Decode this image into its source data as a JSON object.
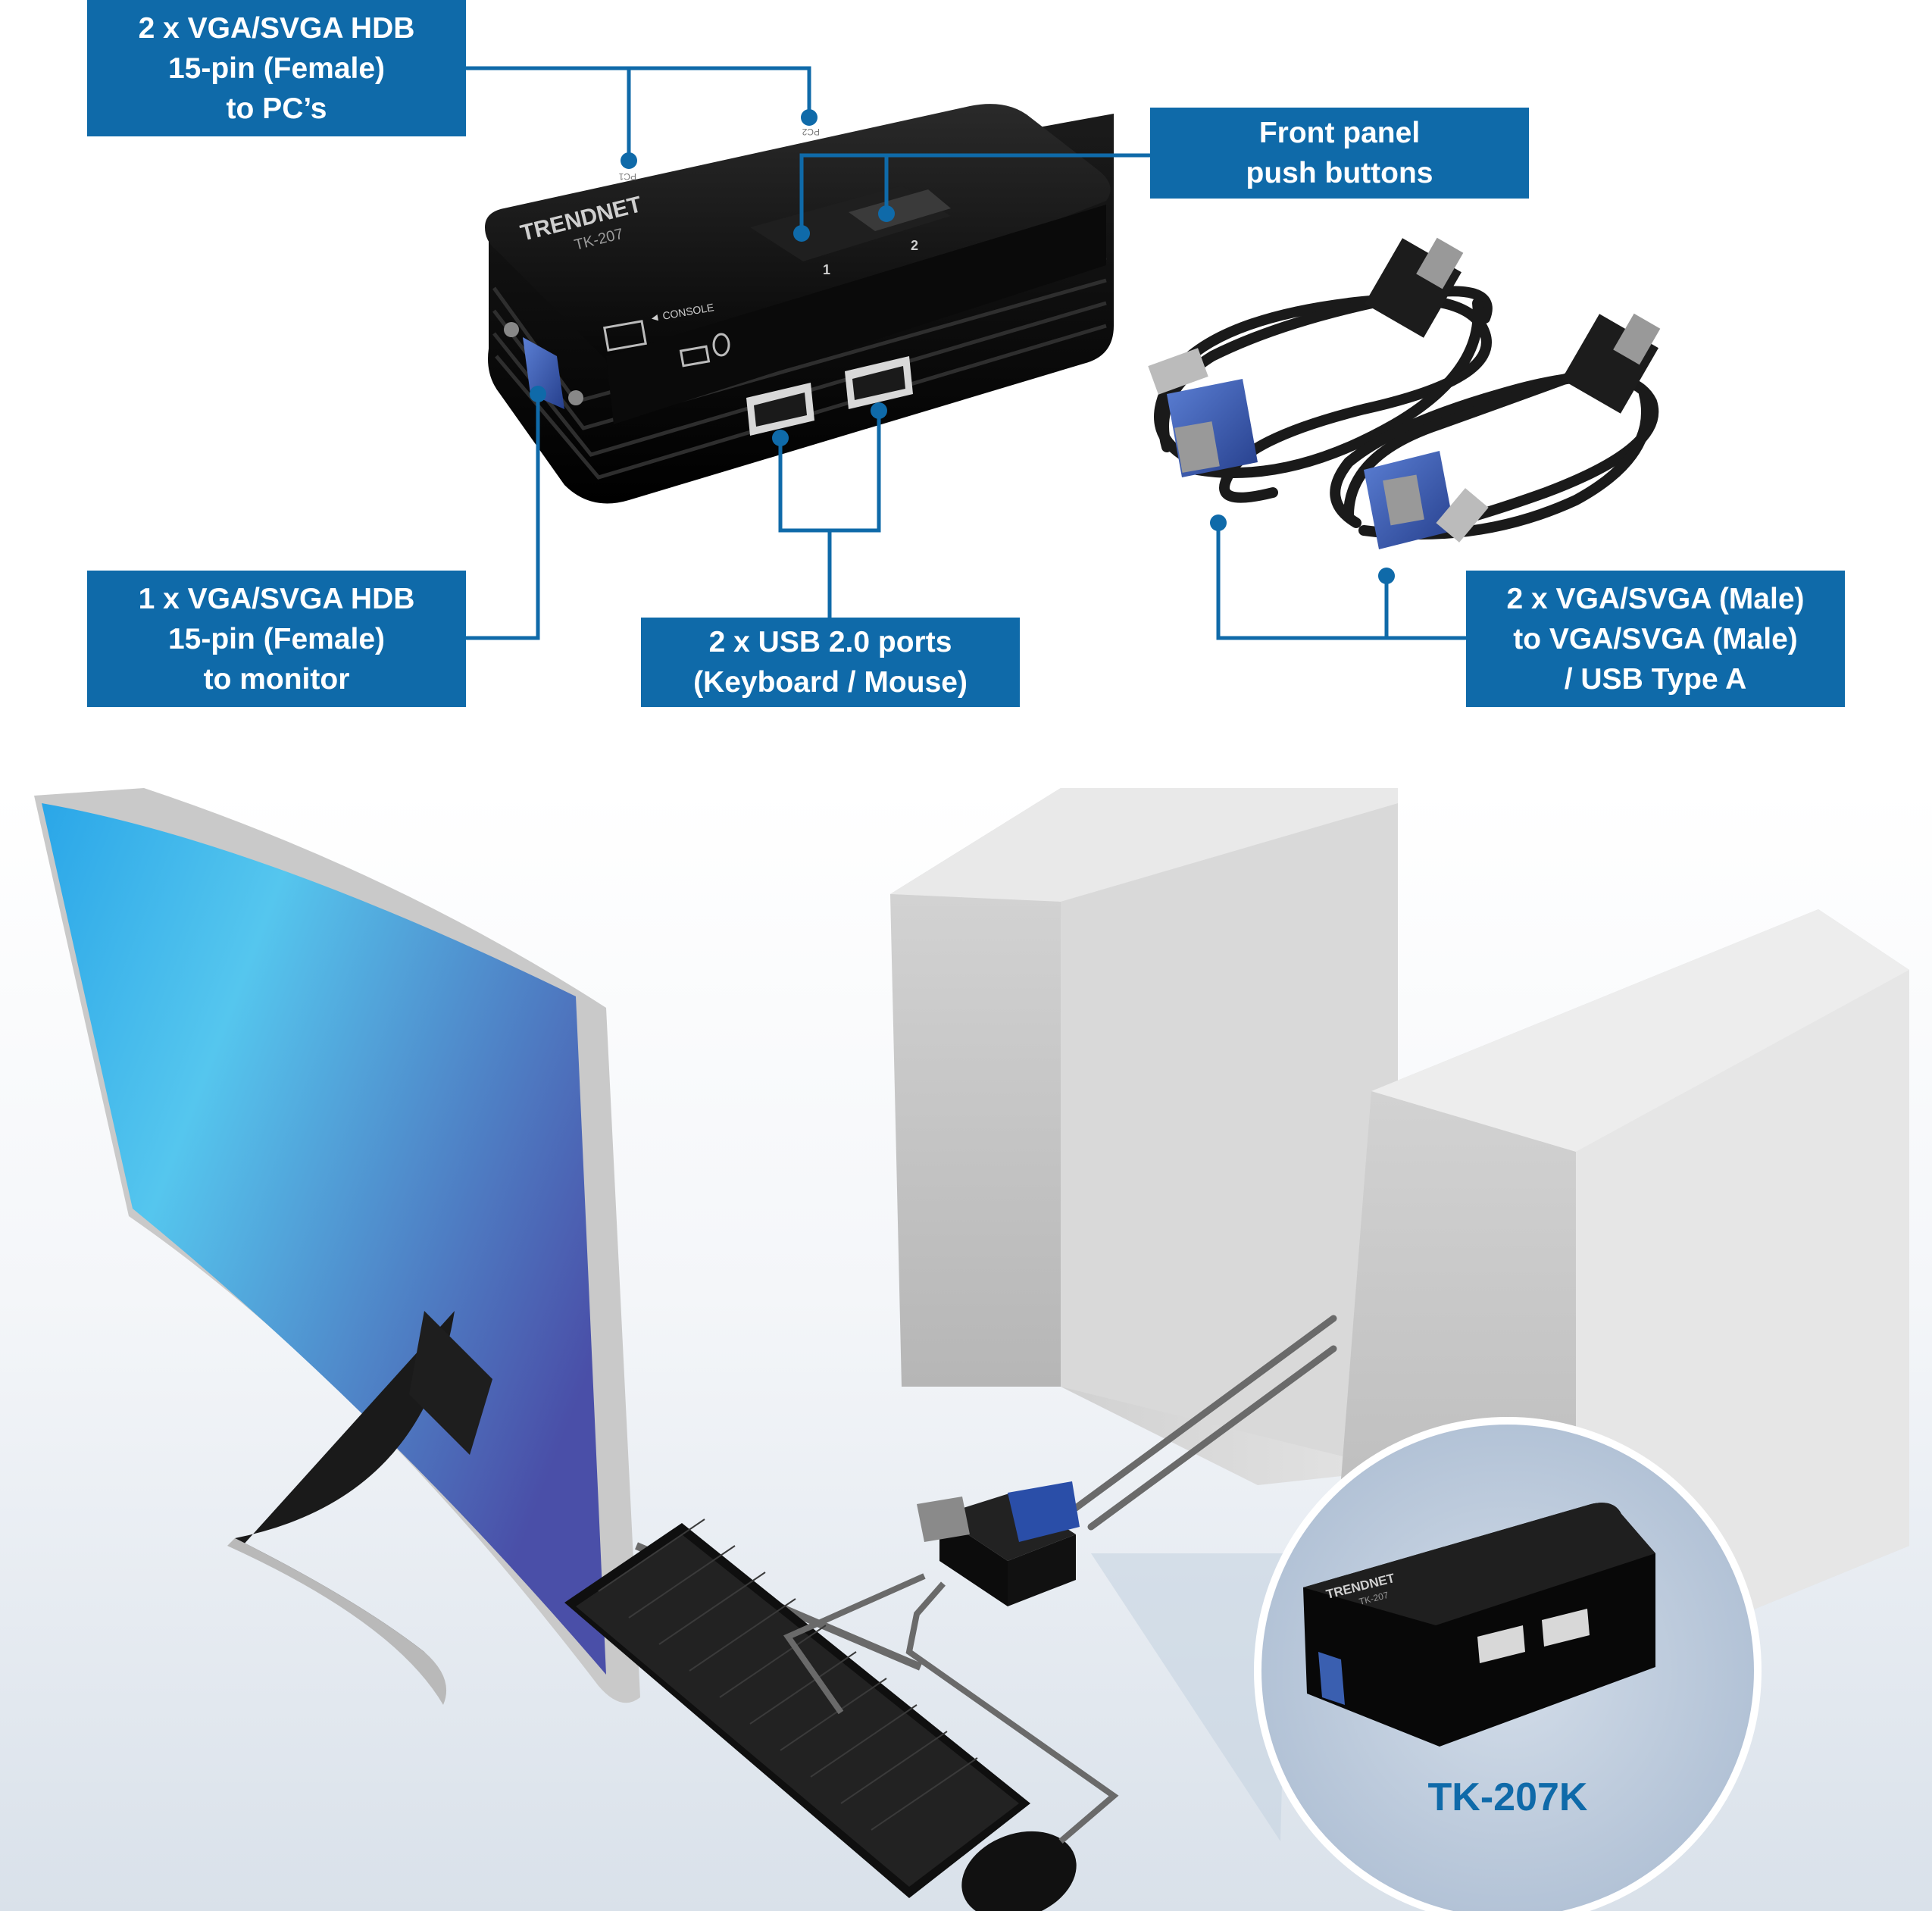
{
  "callouts": {
    "pc_ports": [
      "2 x VGA/SVGA HDB",
      "15-pin (Female)",
      "to PC’s"
    ],
    "front_buttons": [
      "Front panel",
      "push buttons"
    ],
    "monitor_port": [
      "1 x VGA/SVGA HDB",
      "15-pin (Female)",
      "to monitor"
    ],
    "usb_ports": [
      "2 x USB 2.0 ports",
      "(Keyboard / Mouse)"
    ],
    "cables": [
      "2 x VGA/SVGA (Male)",
      "to VGA/SVGA (Male)",
      "/ USB Type A"
    ]
  },
  "device": {
    "brand": "TRENDNET",
    "model": "TK-207",
    "console_label": "◄ CONSOLE",
    "button_1": "1",
    "button_2": "2",
    "port_pc1": "PC1",
    "port_pc2": "PC2"
  },
  "inset": {
    "model_label": "TK-207K"
  },
  "colors": {
    "callout_bg": "#0f6aa9",
    "device_body": "#111111",
    "vga_blue": "#3a5fb0",
    "tower_gray": "#c9c9c9",
    "monitor_screen_start": "#55c6ee",
    "monitor_screen_end": "#4a56ad"
  },
  "icons": [
    "monitor-icon",
    "keyboard-icon",
    "mouse-icon"
  ]
}
